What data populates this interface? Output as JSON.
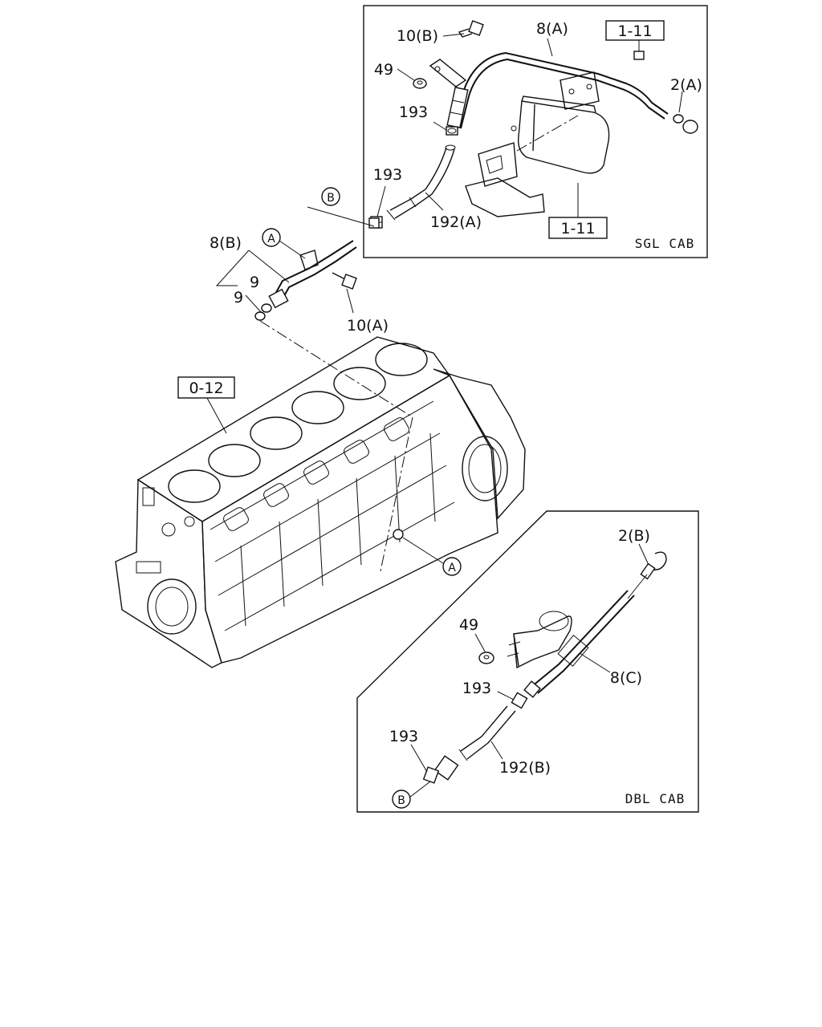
{
  "refs": {
    "engine_block": "0-12",
    "sgl_top": "1-11",
    "sgl_bottom": "1-11"
  },
  "variants": {
    "single_cab": "SGL CAB",
    "double_cab": "DBL CAB"
  },
  "callouts": {
    "a": "A",
    "b": "B"
  },
  "main": {
    "p8b": "8(B)",
    "p9_upper": "9",
    "p9_lower": "9",
    "p10a": "10(A)"
  },
  "sgl": {
    "p10b": "10(B)",
    "p8a": "8(A)",
    "p49": "49",
    "p2a": "2(A)",
    "p193_top": "193",
    "p193_left": "193",
    "p192a": "192(A)"
  },
  "dbl": {
    "p2b": "2(B)",
    "p49": "49",
    "p8c": "8(C)",
    "p193_upper": "193",
    "p193_lower": "193",
    "p192b": "192(B)"
  }
}
